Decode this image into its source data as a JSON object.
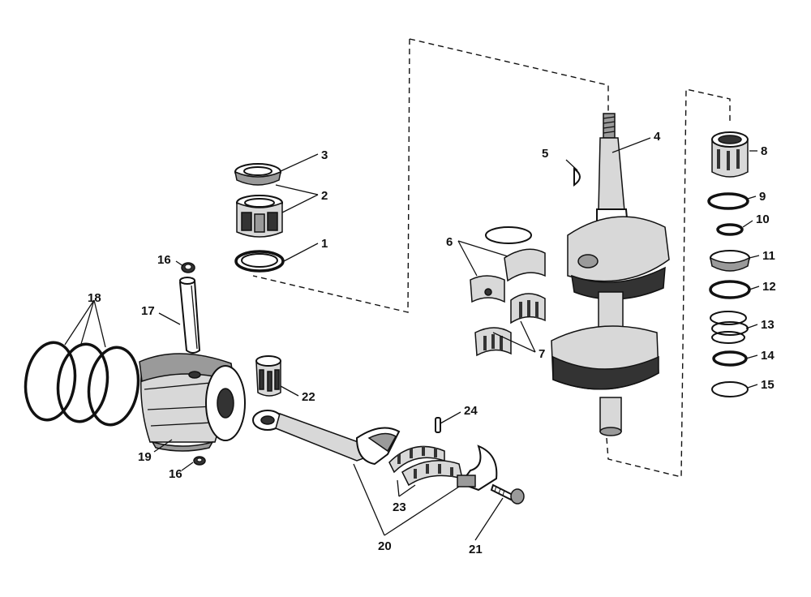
{
  "diagram": {
    "callouts": [
      {
        "id": "1",
        "text": "1"
      },
      {
        "id": "2",
        "text": "2"
      },
      {
        "id": "3",
        "text": "3"
      },
      {
        "id": "4",
        "text": "4"
      },
      {
        "id": "5",
        "text": "5"
      },
      {
        "id": "6",
        "text": "6"
      },
      {
        "id": "7",
        "text": "7"
      },
      {
        "id": "8",
        "text": "8"
      },
      {
        "id": "9",
        "text": "9"
      },
      {
        "id": "10",
        "text": "10"
      },
      {
        "id": "11",
        "text": "11"
      },
      {
        "id": "12",
        "text": "12"
      },
      {
        "id": "13",
        "text": "13"
      },
      {
        "id": "14",
        "text": "14"
      },
      {
        "id": "15",
        "text": "15"
      },
      {
        "id": "16a",
        "text": "16"
      },
      {
        "id": "16b",
        "text": "16"
      },
      {
        "id": "17",
        "text": "17"
      },
      {
        "id": "18",
        "text": "18"
      },
      {
        "id": "19",
        "text": "19"
      },
      {
        "id": "20",
        "text": "20"
      },
      {
        "id": "21",
        "text": "21"
      },
      {
        "id": "22",
        "text": "22"
      },
      {
        "id": "23",
        "text": "23"
      },
      {
        "id": "24",
        "text": "24"
      }
    ]
  }
}
